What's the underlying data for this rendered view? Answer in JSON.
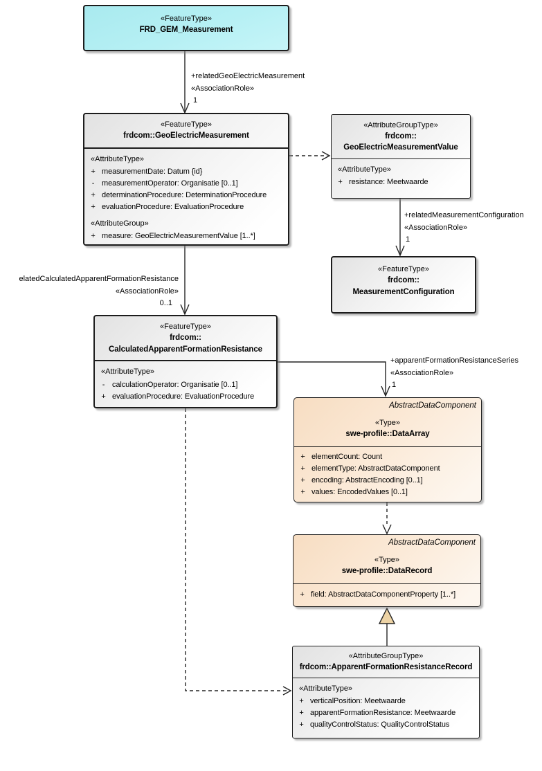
{
  "classes": {
    "frd": {
      "stereotype": "«FeatureType»",
      "name": "FRD_GEM_Measurement"
    },
    "gem": {
      "stereotype": "«FeatureType»",
      "name": "frdcom::GeoElectricMeasurement",
      "sections": [
        {
          "stereotype": "«AttributeType»",
          "attributes": [
            {
              "vis": "+",
              "text": "measurementDate: Datum {id}"
            },
            {
              "vis": "-",
              "text": "measurementOperator: Organisatie [0..1]"
            },
            {
              "vis": "+",
              "text": "determinationProcedure: DeterminationProcedure"
            },
            {
              "vis": "+",
              "text": "evaluationProcedure: EvaluationProcedure"
            }
          ]
        },
        {
          "stereotype": "«AttributeGroup»",
          "attributes": [
            {
              "vis": "+",
              "text": "measure: GeoElectricMeasurementValue [1..*]"
            }
          ]
        }
      ]
    },
    "gemv": {
      "stereotype": "«AttributeGroupType»",
      "name_line1": "frdcom::",
      "name_line2": "GeoElectricMeasurementValue",
      "section_stereotype": "«AttributeType»",
      "attributes": [
        {
          "vis": "+",
          "text": "resistance: Meetwaarde"
        }
      ]
    },
    "mc": {
      "stereotype": "«FeatureType»",
      "name_line1": "frdcom::",
      "name_line2": "MeasurementConfiguration"
    },
    "cafr": {
      "stereotype": "«FeatureType»",
      "name_line1": "frdcom::",
      "name_line2": "CalculatedApparentFormationResistance",
      "section_stereotype": "«AttributeType»",
      "attributes": [
        {
          "vis": "-",
          "text": "calculationOperator: Organisatie [0..1]"
        },
        {
          "vis": "+",
          "text": "evaluationProcedure: EvaluationProcedure"
        }
      ]
    },
    "da": {
      "parent_type": "AbstractDataComponent",
      "stereotype": "«Type»",
      "name": "swe-profile::DataArray",
      "attributes": [
        {
          "vis": "+",
          "text": "elementCount: Count"
        },
        {
          "vis": "+",
          "text": "elementType: AbstractDataComponent"
        },
        {
          "vis": "+",
          "text": "encoding: AbstractEncoding [0..1]"
        },
        {
          "vis": "+",
          "text": "values: EncodedValues [0..1]"
        }
      ]
    },
    "dr": {
      "parent_type": "AbstractDataComponent",
      "stereotype": "«Type»",
      "name": "swe-profile::DataRecord",
      "attributes": [
        {
          "vis": "+",
          "text": "field: AbstractDataComponentProperty [1..*]"
        }
      ]
    },
    "afrr": {
      "stereotype": "«AttributeGroupType»",
      "name": "frdcom::ApparentFormationResistanceRecord",
      "section_stereotype": "«AttributeType»",
      "attributes": [
        {
          "vis": "+",
          "text": "verticalPosition: Meetwaarde"
        },
        {
          "vis": "+",
          "text": "apparentFormationResistance: Meetwaarde"
        },
        {
          "vis": "+",
          "text": "qualityControlStatus: QualityControlStatus"
        }
      ]
    }
  },
  "edges": {
    "related_geo_electric_measurement": {
      "name": "+relatedGeoElectricMeasurement",
      "stereotype": "«AssociationRole»",
      "multiplicity": "1"
    },
    "related_measurement_configuration": {
      "name": "+relatedMeasurementConfiguration",
      "stereotype": "«AssociationRole»",
      "multiplicity": "1"
    },
    "related_calculated_apparent_formation_resistance": {
      "name": "elatedCalculatedApparentFormationResistance",
      "stereotype": "«AssociationRole»",
      "multiplicity": "0..1"
    },
    "apparent_formation_resistance_series": {
      "name": "+apparentFormationResistanceSeries",
      "stereotype": "«AssociationRole»",
      "multiplicity": "1"
    }
  },
  "colors": {
    "feature_type_fill": "#AFEBF0",
    "class_fill": "#EFEFEF",
    "swe_type_fill": "#F8DFC6",
    "generalization_arrow_fill": "#EDD3A5",
    "border": "#1C1C1C"
  }
}
